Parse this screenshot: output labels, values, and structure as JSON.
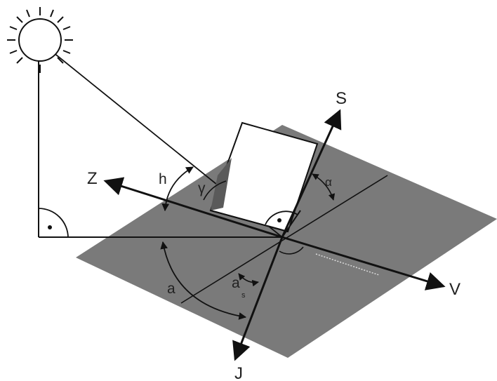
{
  "labels": {
    "s": "S",
    "z": "Z",
    "v": "V",
    "j": "J",
    "h": "h",
    "gamma": "γ",
    "alpha": "α",
    "a": "a",
    "a_s": "a",
    "a_s_sub": "s"
  },
  "colors": {
    "plane": "#7a7a7a",
    "line": "#111111",
    "panel_fill": "#ffffff",
    "background": "#ffffff"
  },
  "icons": {
    "sun": "sun-icon",
    "right_angle_mark": "right-angle-dot"
  }
}
